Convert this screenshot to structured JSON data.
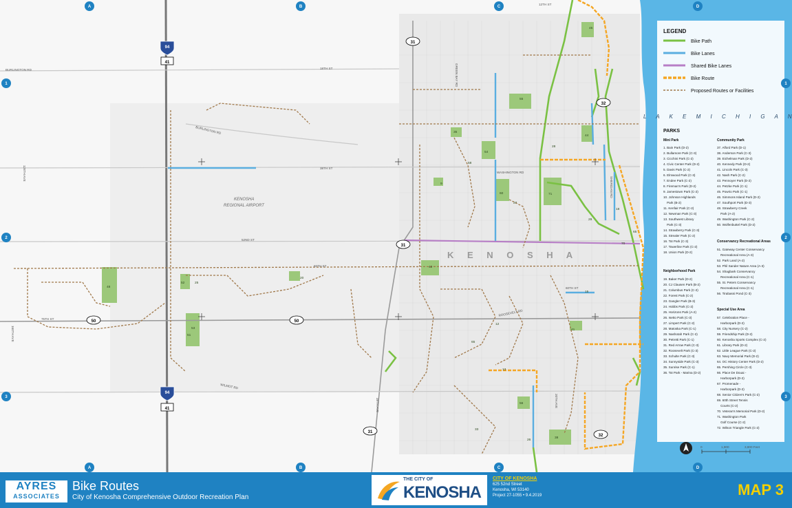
{
  "grid_columns": [
    "A",
    "B",
    "C",
    "D"
  ],
  "grid_rows": [
    "1",
    "2",
    "3"
  ],
  "lake_label": "L A K E   M I C H I G A N",
  "city_label": "K E N O S H A",
  "airport_label": [
    "KENOSHA",
    "REGIONAL AIRPORT"
  ],
  "streets": [
    "BURLINGTON RD",
    "BURLINGTON RD",
    "18TH ST",
    "38TH ST",
    "52ND ST",
    "60TH ST",
    "75TH ST",
    "60TH ST",
    "WASHINGTON RD",
    "WILMOT RD",
    "12TH ST",
    "GREEN BAY RD",
    "SHERIDAN RD",
    "ROOSEVELT RD",
    "39TH AVE",
    "128TH AVE",
    "160TH AVE",
    "20TH AVE"
  ],
  "highways": [
    "94",
    "41",
    "50",
    "31",
    "32",
    "50",
    "94",
    "41",
    "31",
    "32",
    "31"
  ],
  "legend": {
    "title": "LEGEND",
    "items": [
      {
        "label": "Bike Path",
        "color": "#7ac143"
      },
      {
        "label": "Bike Lanes",
        "color": "#5aaee0"
      },
      {
        "label": "Shared Bike Lanes",
        "color": "#b77ec6"
      },
      {
        "label": "Bike Route",
        "color": "#f5a623"
      },
      {
        "label": "Proposed Routes or Facilities",
        "color": "#a0784a"
      }
    ]
  },
  "parks": {
    "title": "PARKS",
    "mini_title": "Mini Park",
    "mini": [
      "1. Bain Park (D-2)",
      "2. Bullamore Park (C-3)",
      "3. Cicchini Park (C-2)",
      "4. Civic Center Park (D-2)",
      "5. Davis Park (C-2)",
      "6. Elmwood Park (C-3)",
      "7. Endee Park (C-2)",
      "8. Fireman's Park (D-2)",
      "9. Jamestown Park (C-2)",
      "10. Johnson Highlands",
      "    Park (B-2)",
      "11. Kenfair Park (C-2)",
      "12. Newman Park (C-3)",
      "13. Southwest Library",
      "    Park (C-3)",
      "14. Strawberry Park (C-3)",
      "15. Strealer Park (C-2)",
      "16. Tot Park (C-3)",
      "17. Towerline Park (C-2)",
      "18. Union Park (D-2)"
    ],
    "neighborhood_title": "Neighborhood Park",
    "neighborhood": [
      "19. Baker Park (D-2)",
      "20. CJ Clausen Park (B-2)",
      "21. Columbus Park (C-2)",
      "22. Forest Park (C-2)",
      "23. Gangler Park (B-3)",
      "24. Hobbs Park (C-2)",
      "25. Horizons Park (A-2)",
      "26. Isetto Park (C-3)",
      "27. Limpert Park (C-2)",
      "28. Matoska Park (C-1)",
      "29. Nashotah Park (C-2)",
      "30. Petretti Park (C-1)",
      "31. Red Arrow Park (C-3)",
      "32. Roosevelt Park (C-3)",
      "33. Schulte Park (C-3)",
      "34. Sunnyside Park (C-3)",
      "35. Sunrise Park (C-1)",
      "36. Tot Park - Marina (D-2)"
    ],
    "community_title": "Community Park",
    "community": [
      "37. Alford Park (D-1)",
      "38. Anderson Park (C-3)",
      "39. Eichelman Park (D-2)",
      "40. Kennedy Park (D-2)",
      "41. Lincoln Park (C-3)",
      "42. Nash Park (C-2)",
      "43. Pennoyer Park (D-2)",
      "44. Petzke Park (C-1)",
      "45. Powrio Park (C-1)",
      "46. Simmons Island Park (D-2)",
      "47. Southport Park (D-3)",
      "48. Strawberry Creek",
      "    Park (A-2)",
      "49. Washington Park (C-2)",
      "50. Wolfenbuttel Park (D-2)"
    ],
    "conservancy_title": "Conservancy Recreational Areas",
    "conservancy": [
      "51. Gateway Center Conservancy",
      "    Recreational Area (A-3)",
      "52. Park Land (A-2)",
      "53. Phil Sander Nature Area (A-3)",
      "54. Shagbark Conservancy",
      "    Recreational Area (C-1)",
      "55. St. Peters Conservancy",
      "    Recreational Area (C-1)",
      "56. Tirabassi Pond (C-3)"
    ],
    "special_title": "Special Use Area",
    "special": [
      "57. Celebration Place -",
      "    Harborpark (D-2)",
      "58. City Nursery (C-2)",
      "59. Friendship Park (D-2)",
      "60. Kenosha Sports Complex (C-2)",
      "61. Library Park (D-2)",
      "62. Little League Park (C-2)",
      "63. Navy Memorial Park (D-2)",
      "64. OC History Center Park (D-2)",
      "65. Pershing Circle (C-3)",
      "66. Place De Douai -",
      "    Harborpark (D-2)",
      "67. Promenade -",
      "    Harborpark (D-2)",
      "68. Senior Citizen's Park (C-2)",
      "69. 60th Street Tennis",
      "    Courts (C-2)",
      "70. Veteran's Memorial Park (D-2)",
      "71. Washington Park",
      "    Golf Course (C-2)",
      "72. Wilson Triangle Park (C-2)"
    ]
  },
  "scale_bar": {
    "labels": [
      "0",
      "1,900",
      "3,800 Feet"
    ]
  },
  "north_arrow": "north-arrow-icon",
  "title_block": {
    "firm_line1": "AYRES",
    "firm_line2": "ASSOCIATES",
    "title": "Bike Routes",
    "subtitle": "City of Kenosha Comprehensive Outdoor Recreation Plan",
    "logo_the_city_of": "THE CITY OF",
    "logo_kenosha": "KENOSHA",
    "city_name": "CITY OF KENOSHA",
    "address1": "625 52nd Street",
    "address2": "Kenosha, WI 53140",
    "project": "Project 27-1055 • 9.4.2019",
    "map_number": "MAP 3"
  },
  "colors": {
    "water": "#5ab6e6",
    "park": "#9cc87a",
    "bike_path": "#7ac143",
    "bike_lane": "#5aaee0",
    "shared": "#b77ec6",
    "route": "#f5a623",
    "proposed": "#a0784a",
    "title_bar": "#1f82c2"
  }
}
